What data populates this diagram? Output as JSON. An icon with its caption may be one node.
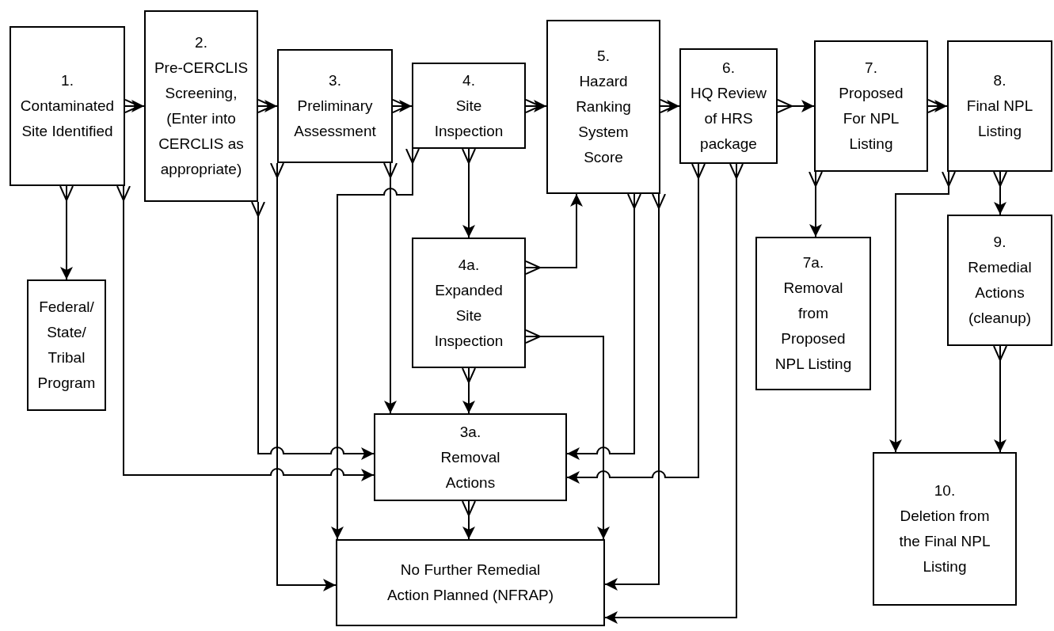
{
  "diagram": {
    "nodes": [
      {
        "text": [
          "1.",
          "Contaminated Site Identified"
        ]
      },
      {
        "text": [
          "2.",
          "Pre-CERCLIS Screening, (Enter into CERCLIS as appropriate)"
        ]
      },
      {
        "text": [
          "3.",
          "Preliminary Assessment"
        ]
      },
      {
        "text": [
          "4.",
          "Site Inspection"
        ]
      },
      {
        "text": [
          "5.",
          "Hazard Ranking System Score"
        ]
      },
      {
        "text": [
          "6.",
          "HQ Review of HRS package"
        ]
      },
      {
        "text": [
          "7.",
          "Proposed For NPL Listing"
        ]
      },
      {
        "text": [
          "8.",
          "Final NPL Listing"
        ]
      },
      {
        "text": [
          "Federal/ State/ Tribal Program"
        ]
      },
      {
        "text": [
          "4a.",
          "Expanded Site Inspection"
        ]
      },
      {
        "text": [
          "7a.",
          "Removal from Proposed NPL Listing"
        ]
      },
      {
        "text": [
          "9.",
          "Remedial Actions (cleanup)"
        ]
      },
      {
        "text": [
          "3a.",
          "Removal Actions"
        ]
      },
      {
        "text": [
          "No Further Remedial Action Planned (NFRAP)"
        ]
      },
      {
        "text": [
          "10.",
          "Deletion from the Final NPL Listing"
        ]
      }
    ],
    "edges": [
      {
        "from": 0,
        "to": 1,
        "arrow": "to"
      },
      {
        "from": 1,
        "to": 2,
        "arrow": "to"
      },
      {
        "from": 2,
        "to": 3,
        "arrow": "to"
      },
      {
        "from": 3,
        "to": 4,
        "arrow": "to"
      },
      {
        "from": 4,
        "to": 5,
        "arrow": "to"
      },
      {
        "from": 5,
        "to": 6,
        "arrow": "to"
      },
      {
        "from": 6,
        "to": 7,
        "arrow": "to"
      },
      {
        "from": 0,
        "to": 8,
        "arrow": "to"
      },
      {
        "from": 0,
        "to": 12,
        "arrow": "to"
      },
      {
        "from": 1,
        "to": 12,
        "arrow": "to"
      },
      {
        "from": 2,
        "to": 12,
        "arrow": "to"
      },
      {
        "from": 2,
        "to": 13,
        "arrow": "to"
      },
      {
        "from": 3,
        "to": 9,
        "arrow": "to"
      },
      {
        "from": 3,
        "to": 13,
        "arrow": "to"
      },
      {
        "from": 9,
        "to": 4,
        "arrow": "to"
      },
      {
        "from": 9,
        "to": 12,
        "arrow": "to"
      },
      {
        "from": 9,
        "to": 13,
        "arrow": "to"
      },
      {
        "from": 4,
        "to": 12,
        "arrow": "to"
      },
      {
        "from": 4,
        "to": 13,
        "arrow": "to"
      },
      {
        "from": 5,
        "to": 12,
        "arrow": "to"
      },
      {
        "from": 5,
        "to": 13,
        "arrow": "to"
      },
      {
        "from": 12,
        "to": 13,
        "arrow": "to"
      },
      {
        "from": 6,
        "to": 10,
        "arrow": "to"
      },
      {
        "from": 7,
        "to": 11,
        "arrow": "to"
      },
      {
        "from": 7,
        "to": 14,
        "arrow": "to"
      },
      {
        "from": 11,
        "to": 14,
        "arrow": "to"
      }
    ]
  }
}
